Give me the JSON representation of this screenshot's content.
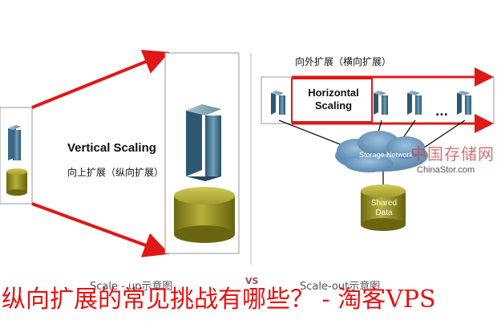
{
  "diagram": {
    "vertical_title": "Vertical Scaling",
    "vertical_subtitle": "向上扩展（纵向扩展）",
    "horizontal_title": "Horizontal Scaling",
    "horizontal_header": "向外扩展（横向扩展）",
    "ellipsis": "...",
    "storage_network": "Storage Network",
    "shared_data": "Shared Data",
    "caption_left": "Scale - up示意图",
    "caption_right": "Scale-out示意图",
    "vs": "VS"
  },
  "watermark": {
    "logo_cn": "中国存储网",
    "logo_en": "ChinaStor.com"
  },
  "overlay_title": "纵向扩展的常见挑战有哪些？ - 淘客VPS",
  "colors": {
    "arrow_red": "#e01818",
    "server_blue": "#3d6f8c",
    "disk_olive": "#8f8a1e",
    "cloud_blue": "#5f8fb5",
    "overlay_red": "#e41212"
  }
}
